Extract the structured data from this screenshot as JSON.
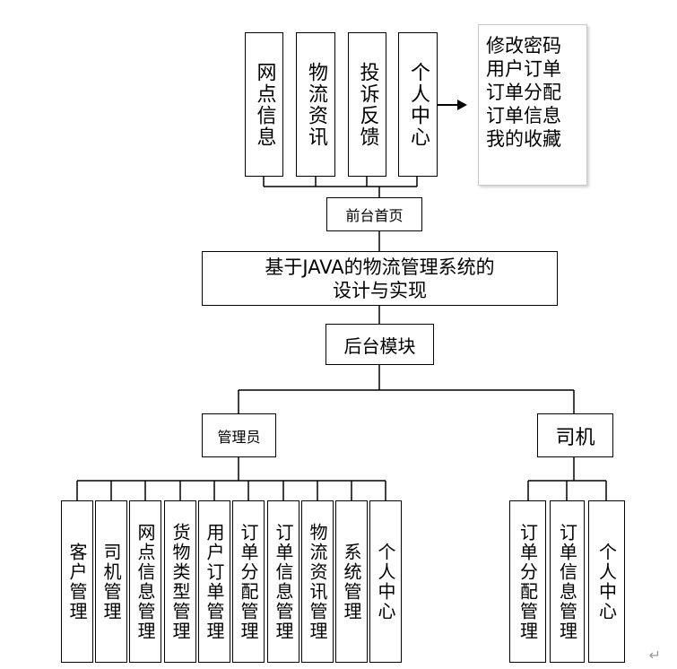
{
  "title": {
    "line1": "基于JAVA的物流管理系统的",
    "line2": "设计与实现"
  },
  "front": {
    "label": "前台首页",
    "modules": [
      "网点信息",
      "物流资讯",
      "投诉反馈",
      "个人中心"
    ],
    "personal_center_items": [
      "修改密码",
      "用户订单",
      "订单分配",
      "订单信息",
      "我的收藏"
    ]
  },
  "back": {
    "label": "后台模块",
    "admin": {
      "label": "管理员",
      "modules": [
        "客户管理",
        "司机管理",
        "网点信息管理",
        "货物类型管理",
        "用户订单管理",
        "订单分配管理",
        "订单信息管理",
        "物流资讯管理",
        "系统管理",
        "个人中心"
      ]
    },
    "driver": {
      "label": "司机",
      "modules": [
        "订单分配管理",
        "订单信息管理",
        "个人中心"
      ]
    }
  },
  "paragraph_mark": "↵"
}
